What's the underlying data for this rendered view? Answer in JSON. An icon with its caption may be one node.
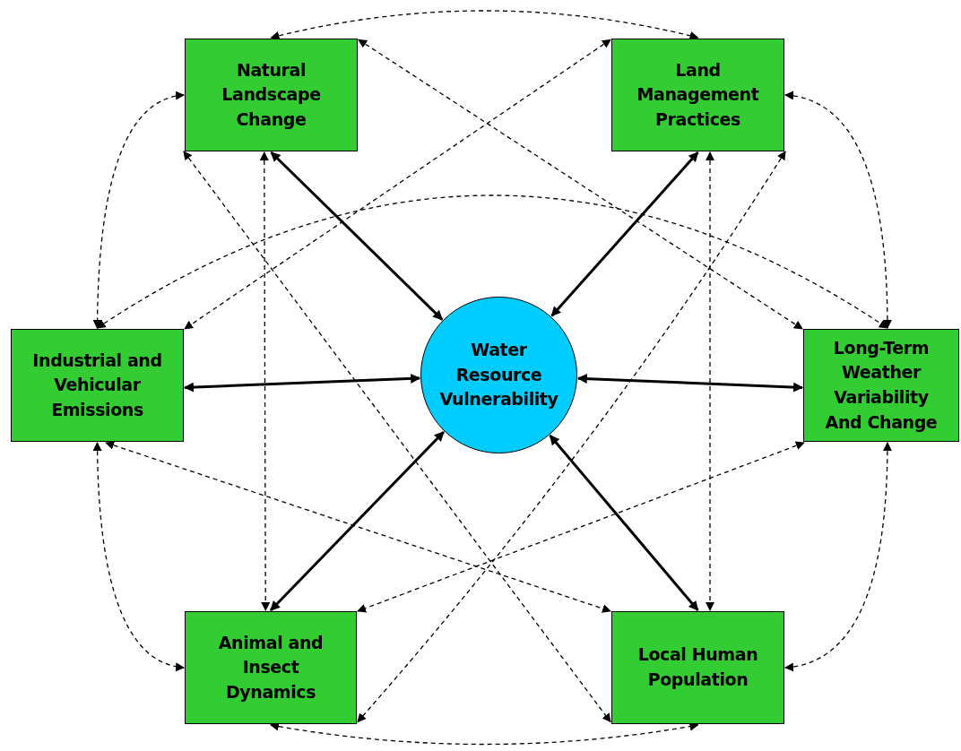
{
  "diagram": {
    "nodes": [
      {
        "text": [
          "Natural Landscape Change"
        ]
      },
      {
        "text": [
          "Land Management Practices"
        ]
      },
      {
        "text": [
          "Industrial and Vehicular Emissions"
        ]
      },
      {
        "text": [
          "Water Resource Vulnerability"
        ]
      },
      {
        "text": [
          "Long-Term Weather Variability And Change"
        ]
      },
      {
        "text": [
          "Animal and Insect Dynamics"
        ]
      },
      {
        "text": [
          "Local Human Population"
        ]
      }
    ],
    "edges": [
      {
        "from": 0,
        "to": 3,
        "arrow": "both",
        "style": "thick"
      },
      {
        "from": 1,
        "to": 3,
        "arrow": "both",
        "style": "thick"
      },
      {
        "from": 2,
        "to": 3,
        "arrow": "both",
        "style": "thick"
      },
      {
        "from": 4,
        "to": 3,
        "arrow": "both",
        "style": "thick"
      },
      {
        "from": 5,
        "to": 3,
        "arrow": "both",
        "style": "thick"
      },
      {
        "from": 6,
        "to": 3,
        "arrow": "both",
        "style": "thick"
      },
      {
        "from": 0,
        "to": 1,
        "arrow": "both",
        "style": "dashed"
      },
      {
        "from": 0,
        "to": 2,
        "arrow": "both",
        "style": "dashed"
      },
      {
        "from": 1,
        "to": 4,
        "arrow": "both",
        "style": "dashed"
      },
      {
        "from": 2,
        "to": 5,
        "arrow": "both",
        "style": "dashed"
      },
      {
        "from": 4,
        "to": 6,
        "arrow": "both",
        "style": "dashed"
      },
      {
        "from": 5,
        "to": 6,
        "arrow": "both",
        "style": "dashed"
      },
      {
        "from": 0,
        "to": 5,
        "arrow": "both",
        "style": "dashed"
      },
      {
        "from": 1,
        "to": 6,
        "arrow": "both",
        "style": "dashed"
      },
      {
        "from": 2,
        "to": 4,
        "arrow": "both",
        "style": "dashed"
      },
      {
        "from": 0,
        "to": 4,
        "arrow": "both",
        "style": "dashed"
      },
      {
        "from": 1,
        "to": 2,
        "arrow": "both",
        "style": "dashed"
      },
      {
        "from": 0,
        "to": 6,
        "arrow": "both",
        "style": "dashed"
      },
      {
        "from": 1,
        "to": 5,
        "arrow": "both",
        "style": "dashed"
      },
      {
        "from": 2,
        "to": 6,
        "arrow": "both",
        "style": "dashed"
      },
      {
        "from": 4,
        "to": 5,
        "arrow": "both",
        "style": "dashed"
      }
    ]
  }
}
